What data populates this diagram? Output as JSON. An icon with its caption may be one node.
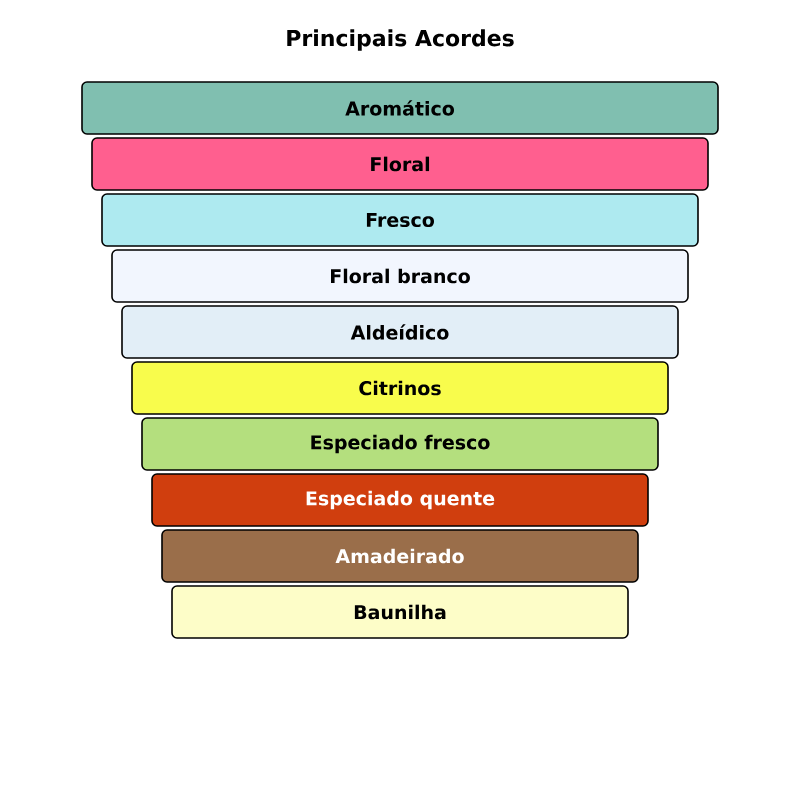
{
  "diagram": {
    "title": "Principais Acordes",
    "nodes": [
      {
        "text": [
          "Aromático"
        ]
      },
      {
        "text": [
          "Floral"
        ]
      },
      {
        "text": [
          "Fresco"
        ]
      },
      {
        "text": [
          "Floral branco"
        ]
      },
      {
        "text": [
          "Aldeídico"
        ]
      },
      {
        "text": [
          "Citrinos"
        ]
      },
      {
        "text": [
          "Especiado fresco"
        ]
      },
      {
        "text": [
          "Especiado quente"
        ]
      },
      {
        "text": [
          "Amadeirado"
        ]
      },
      {
        "text": [
          "Baunilha"
        ]
      }
    ]
  }
}
